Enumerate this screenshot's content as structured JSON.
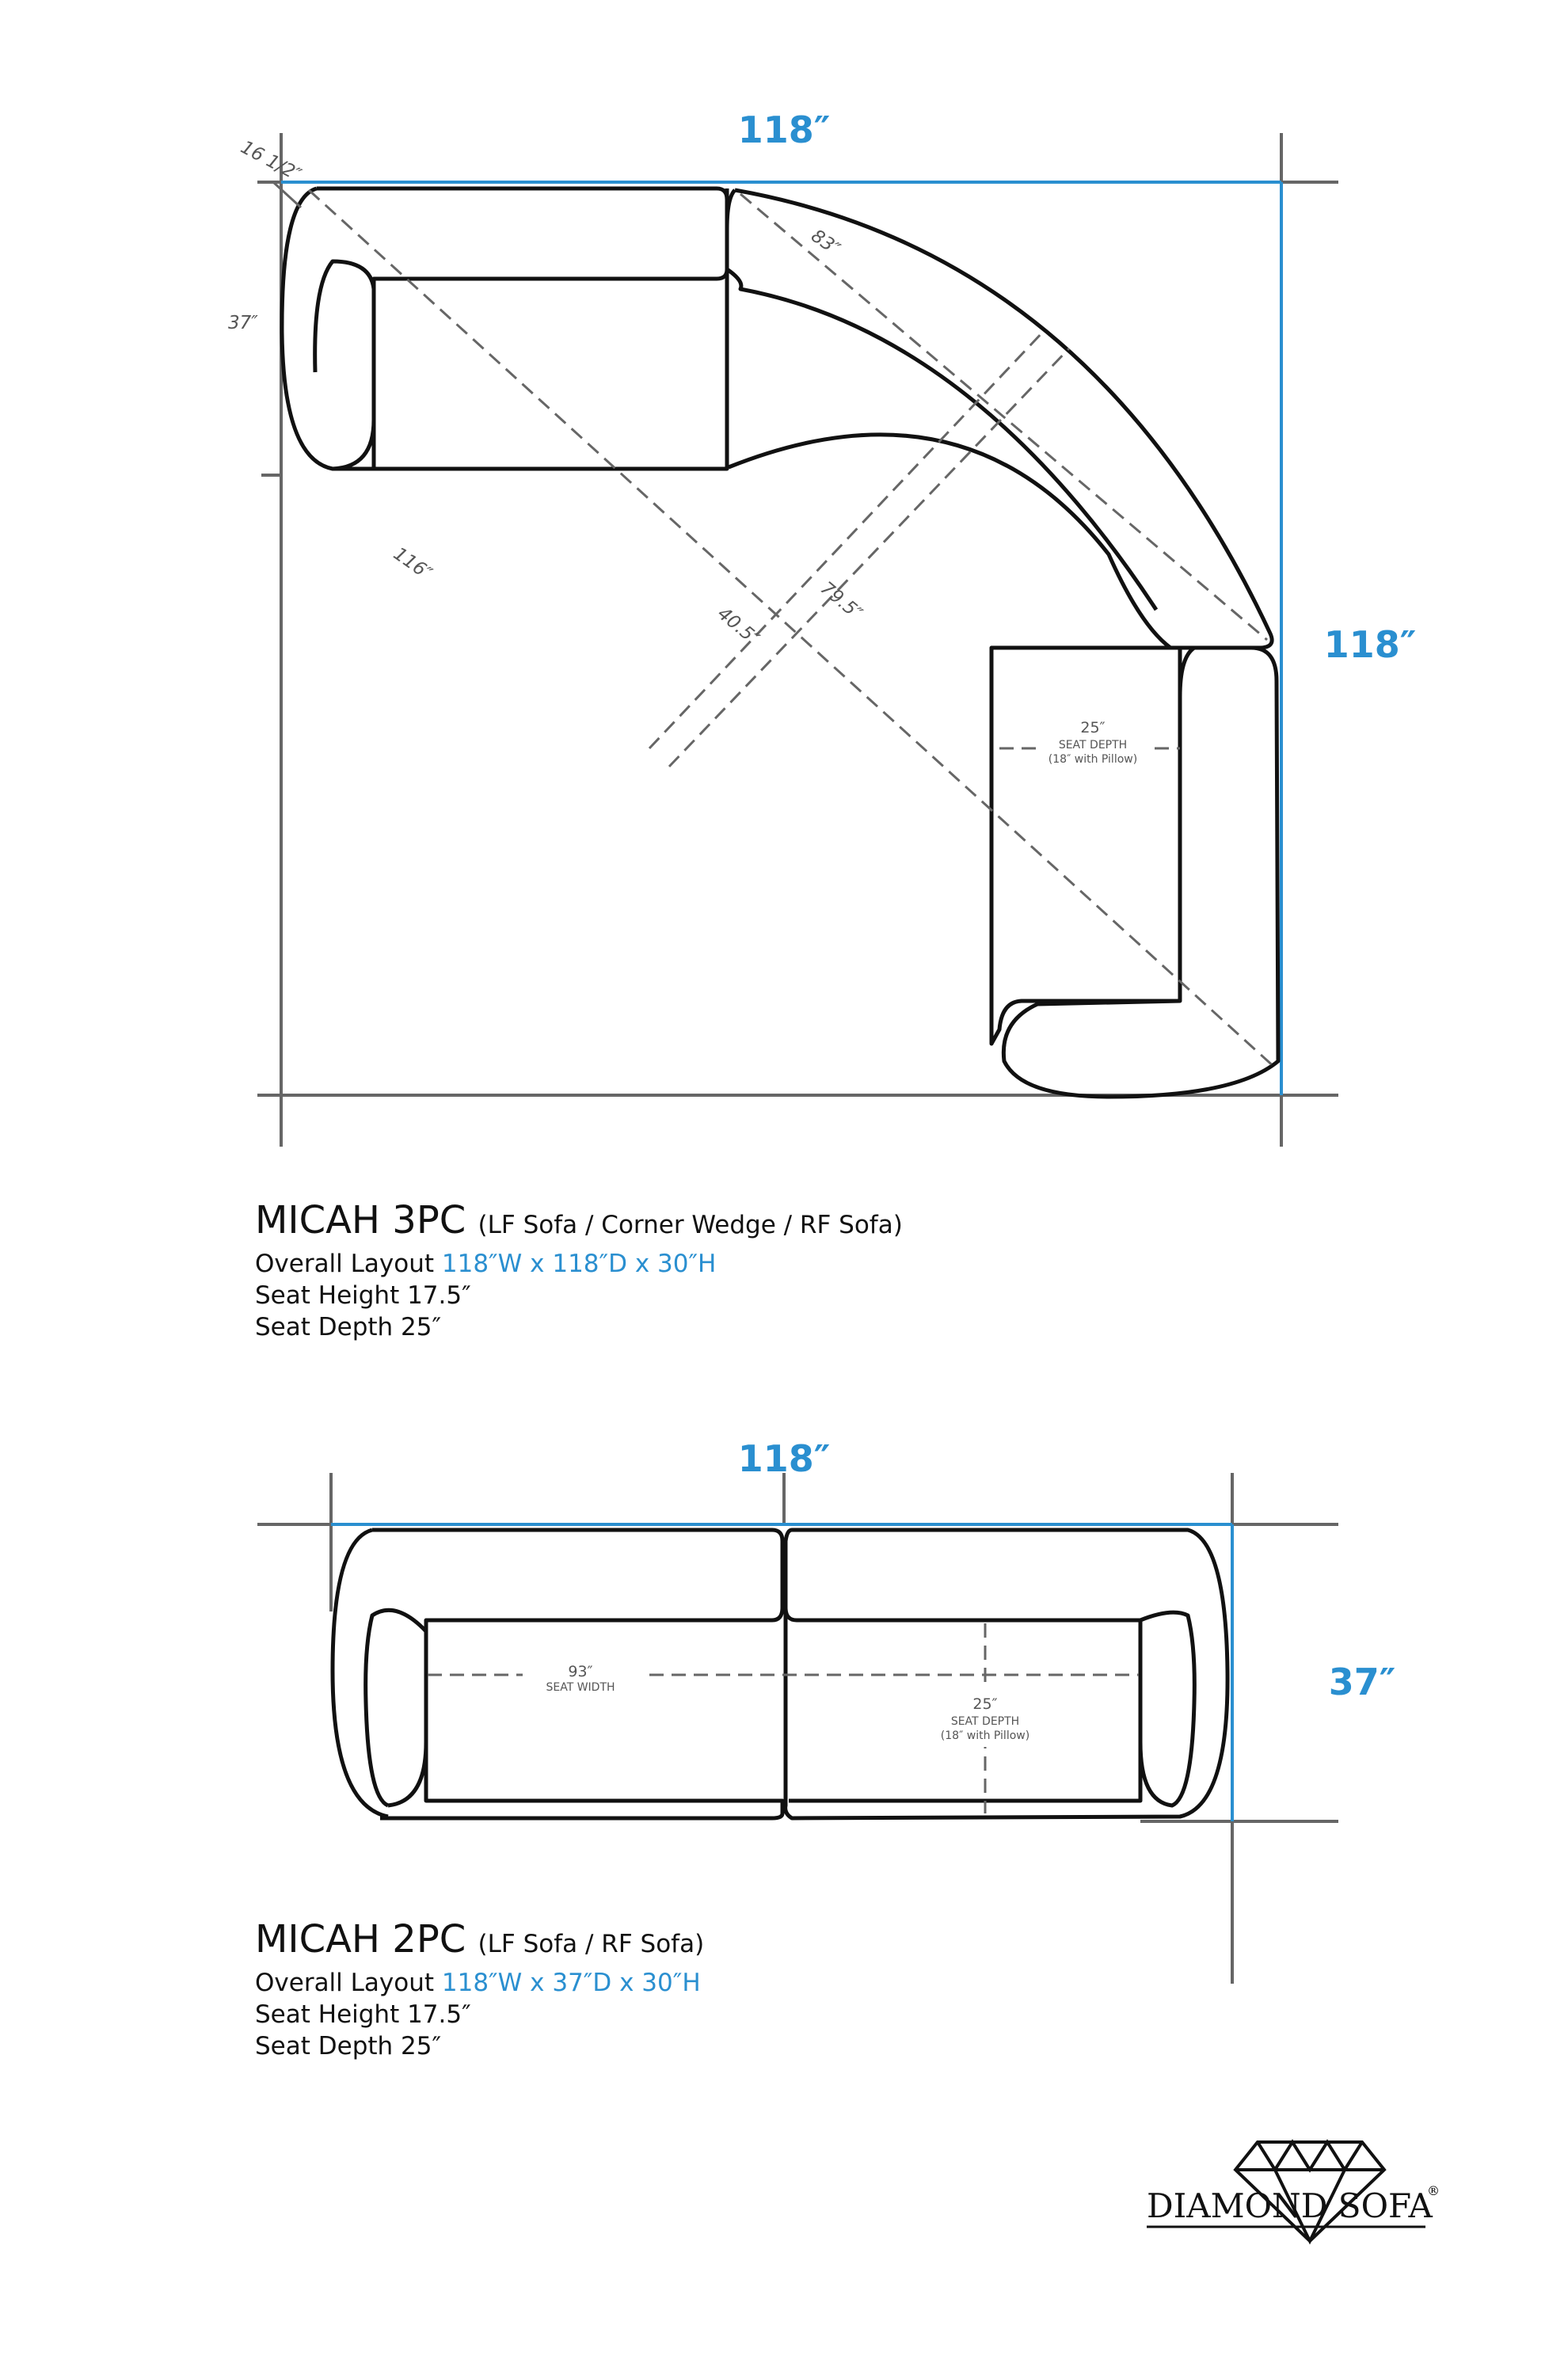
{
  "diagram_3pc": {
    "overall_width": "118″",
    "overall_depth": "118″",
    "corner_dim": "16 1/2″",
    "arm_depth": "37″",
    "seat_diag": "116″",
    "wedge_outer": "83″",
    "wedge_inner": "79.5″",
    "wedge_depth": "40.5″",
    "seat_depth_value": "25″",
    "seat_depth_label": "SEAT DEPTH",
    "seat_depth_note": "(18″ with Pillow)"
  },
  "spec_3pc": {
    "name": "MICAH 3PC",
    "pieces": "(LF Sofa /  Corner Wedge / RF Sofa)",
    "layout_label": "Overall Layout",
    "layout_value": "118″W x 118″D x 30″H",
    "seat_height": "Seat Height 17.5″",
    "seat_depth": "Seat Depth 25″"
  },
  "diagram_2pc": {
    "overall_width": "118″",
    "overall_depth": "37″",
    "seat_width_value": "93″",
    "seat_width_label": "SEAT WIDTH",
    "seat_depth_value": "25″",
    "seat_depth_label": "SEAT DEPTH",
    "seat_depth_note": "(18″ with Pillow)"
  },
  "spec_2pc": {
    "name": "MICAH 2PC",
    "pieces": "(LF Sofa / RF Sofa)",
    "layout_label": "Overall Layout",
    "layout_value": "118″W x 37″D x 30″H",
    "seat_height": "Seat Height 17.5″",
    "seat_depth": "Seat Depth 25″"
  },
  "logo": {
    "brand": "DIAMOND SOFA",
    "mark": "®"
  },
  "colors": {
    "accent": "#2a8fd0",
    "line": "#111111",
    "guide": "#666666"
  }
}
